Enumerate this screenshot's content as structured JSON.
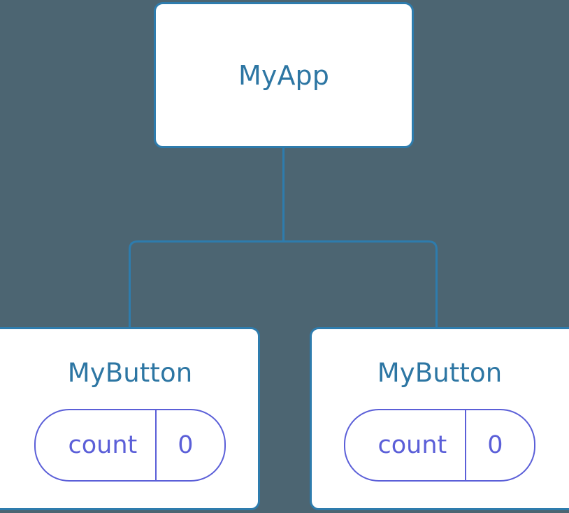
{
  "diagram": {
    "type": "component-tree",
    "background_color": "#4C6572",
    "node_border_color": "#2E7CAD",
    "node_text_color": "#2D76A3",
    "edge_color": "#2E7CAD",
    "state_color": "#5B5FD8",
    "root": {
      "label": "MyApp"
    },
    "children": [
      {
        "label": "MyButton",
        "state": {
          "key": "count",
          "value": "0"
        }
      },
      {
        "label": "MyButton",
        "state": {
          "key": "count",
          "value": "0"
        }
      }
    ]
  }
}
